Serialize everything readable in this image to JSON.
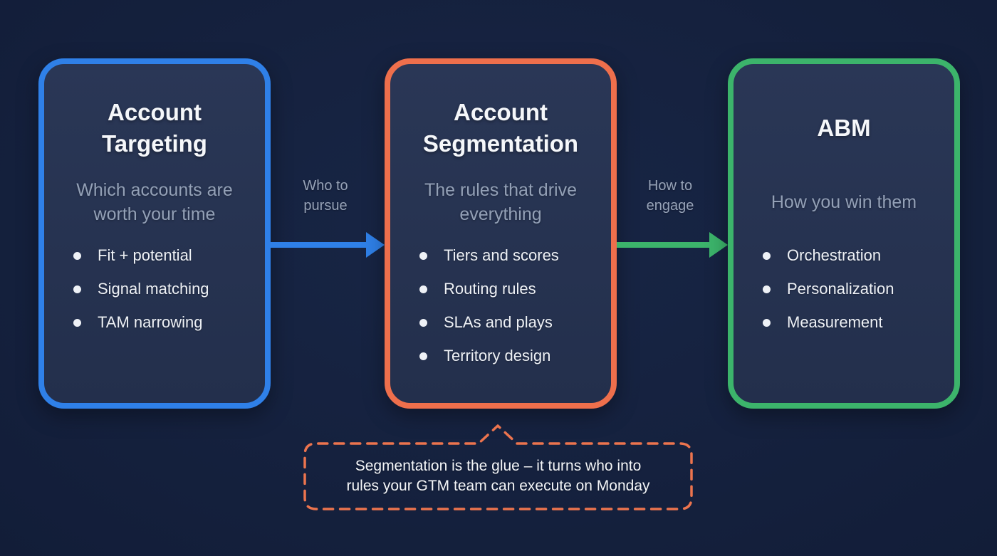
{
  "diagram": {
    "cards": [
      {
        "title": "Account Targeting",
        "subtitle": "Which accounts are worth your time",
        "accent_color": "#2f80e8",
        "bullets": [
          "Fit + potential",
          "Signal matching",
          "TAM narrowing"
        ]
      },
      {
        "title": "Account Segmentation",
        "subtitle": "The rules that drive everything",
        "accent_color": "#ee6f4c",
        "bullets": [
          "Tiers and scores",
          "Routing rules",
          "SLAs and plays",
          "Territory design"
        ]
      },
      {
        "title": "ABM",
        "subtitle": "How you win them",
        "accent_color": "#3cb46b",
        "bullets": [
          "Orchestration",
          "Personalization",
          "Measurement"
        ]
      }
    ],
    "arrows": [
      {
        "label": "Who to pursue",
        "color": "#2f80e8"
      },
      {
        "label": "How to engage",
        "color": "#3cb46b"
      }
    ],
    "callout": {
      "border_color": "#ec744e",
      "lines": [
        "Segmentation is the glue – it turns who into",
        "rules your GTM team can execute on Monday"
      ]
    },
    "colors": {
      "background": "#15213e",
      "card_fill": "#263350",
      "title_text": "#f5f7fa",
      "subtitle_text": "#93a0b6",
      "bullet_text": "#eef1f6",
      "arrow_label_text": "#97a3b8",
      "callout_text": "#f4f6f9"
    }
  }
}
